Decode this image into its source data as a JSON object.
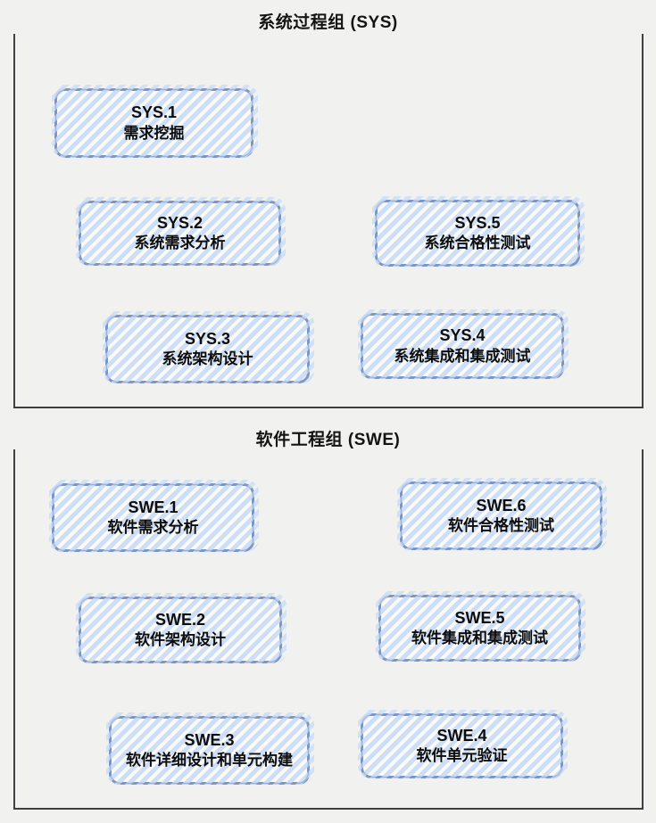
{
  "diagram": {
    "background_color": "#f1f1ef",
    "frame_color": "#3d3f42",
    "box_border_color": "#7e96c3",
    "box_hatch_color": "#d6e4f8",
    "text_color": "#0d0d0d"
  },
  "groups": [
    {
      "title": "系统过程组 (SYS)",
      "boxes": [
        {
          "code": "SYS.1",
          "label": "需求挖掘"
        },
        {
          "code": "SYS.2",
          "label": "系统需求分析"
        },
        {
          "code": "SYS.5",
          "label": "系统合格性测试"
        },
        {
          "code": "SYS.3",
          "label": "系统架构设计"
        },
        {
          "code": "SYS.4",
          "label": "系统集成和集成测试"
        }
      ]
    },
    {
      "title": "软件工程组 (SWE)",
      "boxes": [
        {
          "code": "SWE.1",
          "label": "软件需求分析"
        },
        {
          "code": "SWE.6",
          "label": "软件合格性测试"
        },
        {
          "code": "SWE.2",
          "label": "软件架构设计"
        },
        {
          "code": "SWE.5",
          "label": "软件集成和集成测试"
        },
        {
          "code": "SWE.3",
          "label": "软件详细设计和单元构建"
        },
        {
          "code": "SWE.4",
          "label": "软件单元验证"
        }
      ]
    }
  ]
}
